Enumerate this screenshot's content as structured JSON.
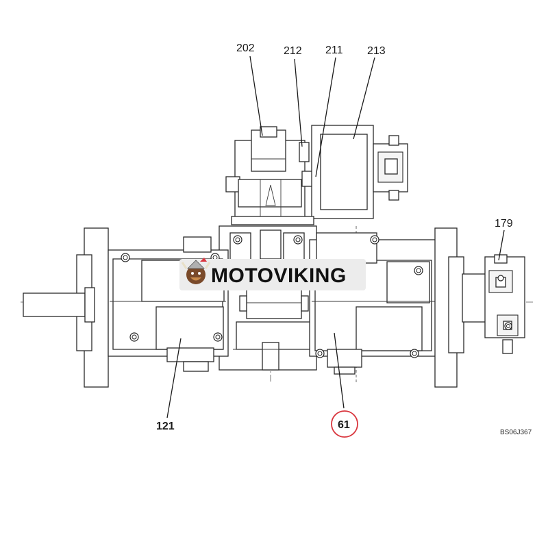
{
  "diagram": {
    "part_labels": {
      "p202": "202",
      "p212": "212",
      "p211": "211",
      "p213": "213",
      "p179": "179",
      "p121": "121",
      "p61": "61"
    },
    "drawing_code": "BS06J367",
    "highlight_color": "#d9363e"
  },
  "watermark": {
    "brand": "MOTOVIKING",
    "logo_icon": "viking-mascot-icon"
  }
}
